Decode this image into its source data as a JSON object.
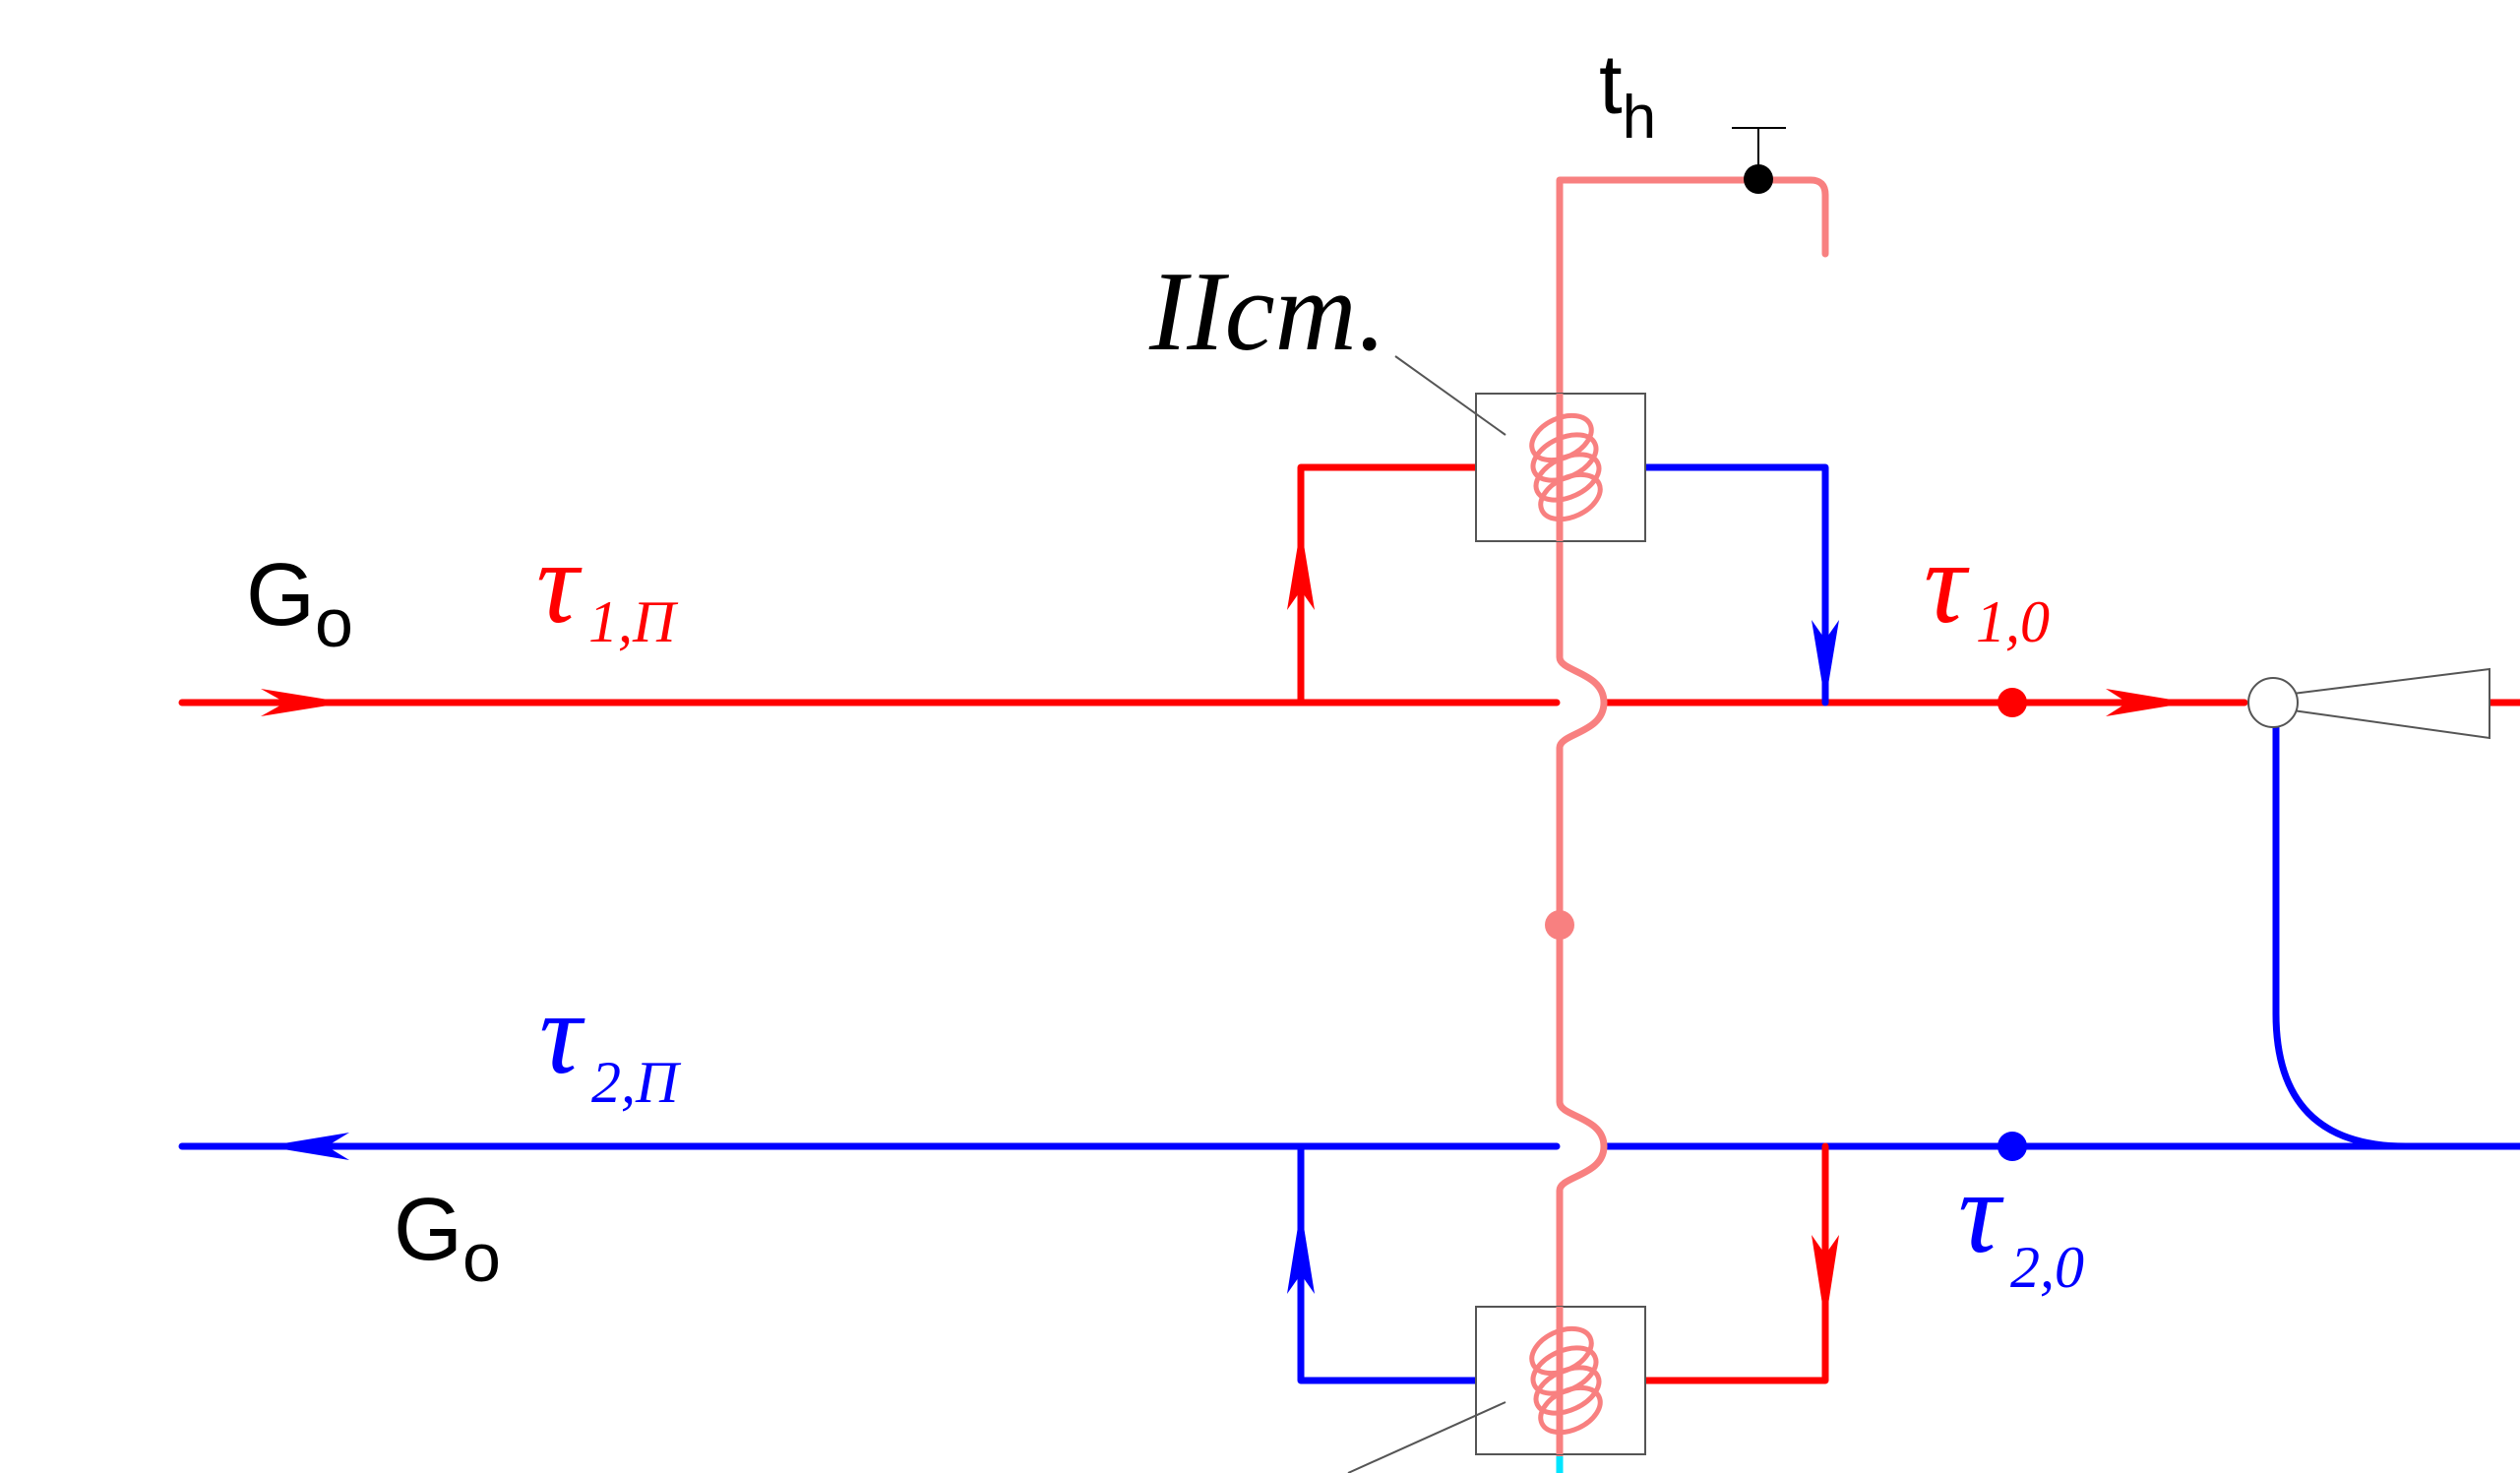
{
  "labels": {
    "stage": "IIст.",
    "th_main": "t",
    "th_sub": "h",
    "go_top_main": "G",
    "go_top_sub": "o",
    "go_bot_main": "G",
    "go_bot_sub": "o",
    "tau_1p_main": "τ",
    "tau_1p_sub": "1,П",
    "tau_10_main": "τ",
    "tau_10_sub": "1,0",
    "tau_2p_main": "τ",
    "tau_2p_sub": "2,П",
    "tau_20_main": "τ",
    "tau_20_sub": "2,0"
  },
  "colors": {
    "supply": "#ff0000",
    "return": "#0000ff",
    "heated_water": "#f88080",
    "text": "#000000",
    "box_border": "#555555",
    "cyan_stub": "#00e5ff"
  }
}
